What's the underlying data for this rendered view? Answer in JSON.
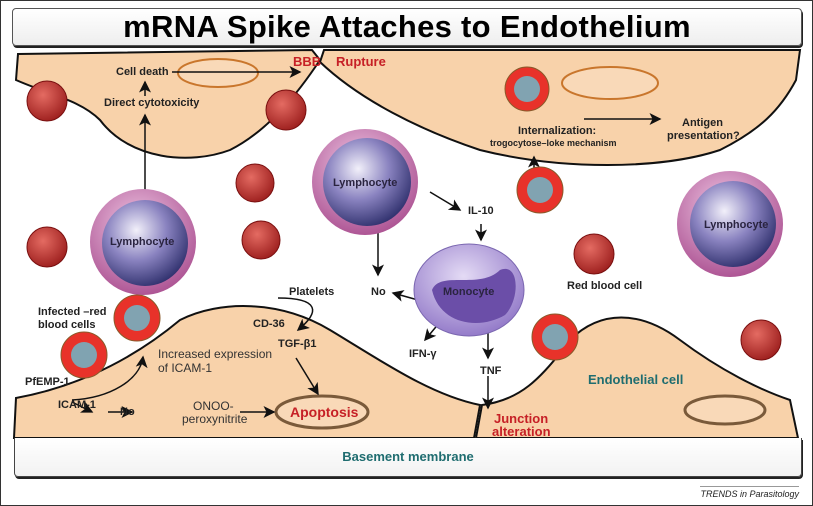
{
  "title": "mRNA Spike Attaches to Endothelium",
  "labels": {
    "bbb": "BBB",
    "rupture": "Rupture",
    "cell_death": "Cell death",
    "direct_cytotoxicity": "Direct cytotoxicity",
    "internalization": "Internalization:",
    "trogocytose": "trogocytose–loke mechanism",
    "antigen_1": "Antigen",
    "antigen_2": "presentation?",
    "il10": "IL-10",
    "no_1": "No",
    "no_2": "No",
    "ifn": "IFN-γ",
    "tnf": "TNF",
    "platelets": "Platelets",
    "cd36": "CD-36",
    "tgf": "TGF-β1",
    "infected_1": "Infected –red",
    "infected_2": "blood cells",
    "pfemp": "PfEMP-1",
    "icam": "ICAM-1",
    "increased_1": "Increased expression",
    "increased_2": "of ICAM-1",
    "onoo_1": "ONOO-",
    "onoo_2": "peroxynitrite",
    "apoptosis": "Apoptosis",
    "junction_1": "Junction",
    "junction_2": "alteration",
    "endothelial_cell": "Endothelial cell",
    "red_blood_cell": "Red blood cell",
    "basement_membrane": "Basement membrane"
  },
  "cells": {
    "lymphocyte": "Lymphocyte",
    "monocyte": "Monocyte"
  },
  "colors": {
    "cytoplasm": "#f8d2aa",
    "label_red": "#c62026",
    "label_teal": "#1f6d70",
    "rbc": "#c8302e",
    "lymph_outer": "#c877b0",
    "lymph_inner": "#5e5a9c",
    "monocyte": "#9d85cc"
  },
  "credit": "TRENDS in Parasitology"
}
